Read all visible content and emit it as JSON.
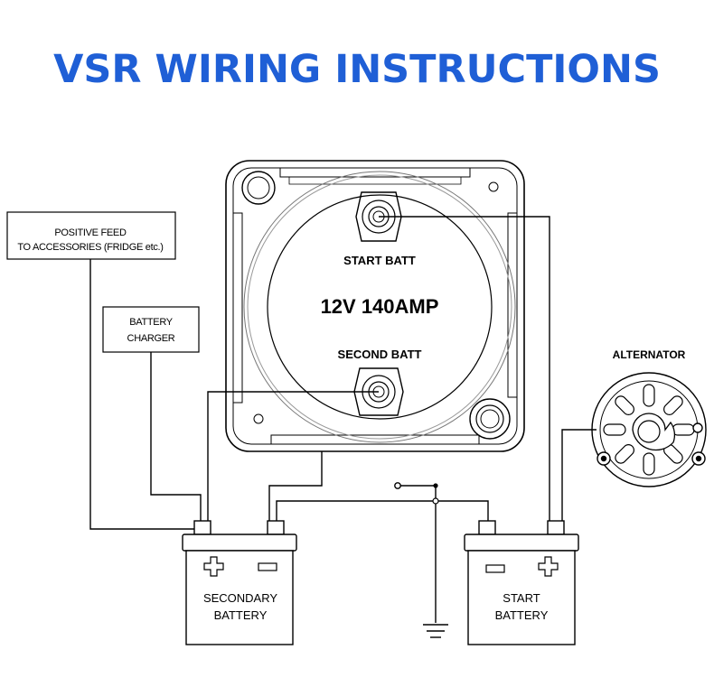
{
  "title": "VSR WIRING INSTRUCTIONS",
  "relay": {
    "model": "12V 140AMP",
    "start_terminal": "START BATT",
    "second_terminal": "SECOND BATT"
  },
  "boxes": {
    "positive_feed_line1": "POSITIVE FEED",
    "positive_feed_line2": "TO ACCESSORIES (FRIDGE etc.)",
    "charger_line1": "BATTERY",
    "charger_line2": "CHARGER"
  },
  "alternator": "ALTERNATOR",
  "secondary_battery": {
    "line1": "SECONDARY",
    "line2": "BATTERY"
  },
  "start_battery": {
    "line1": "START",
    "line2": "BATTERY"
  },
  "colors": {
    "title": "#1f5fd6",
    "line": "#000000"
  }
}
